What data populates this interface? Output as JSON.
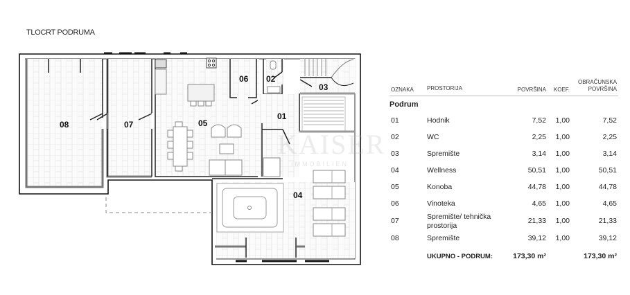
{
  "title": "TLOCRT PODRUMA",
  "watermark": {
    "brand": "KAISER",
    "sub": "IMMOBILIEN"
  },
  "plan": {
    "rooms": [
      {
        "id": "08",
        "label": "08"
      },
      {
        "id": "07",
        "label": "07"
      },
      {
        "id": "05",
        "label": "05"
      },
      {
        "id": "06",
        "label": "06"
      },
      {
        "id": "02",
        "label": "02"
      },
      {
        "id": "03",
        "label": "03"
      },
      {
        "id": "01",
        "label": "01"
      },
      {
        "id": "04",
        "label": "04"
      }
    ]
  },
  "table": {
    "headers": {
      "oznaka": "OZNAKA",
      "prostorija": "PROSTORIJA",
      "povrsina": "POVRŠINA",
      "koef": "KOEF.",
      "obracunska_1": "OBRAČUNSKA",
      "obracunska_2": "POVRŠINA"
    },
    "section": "Podrum",
    "rows": [
      {
        "oznaka": "01",
        "prostorija": "Hodnik",
        "povrsina": "7,52",
        "koef": "1,00",
        "obracunska": "7,52"
      },
      {
        "oznaka": "02",
        "prostorija": "WC",
        "povrsina": "2,25",
        "koef": "1,00",
        "obracunska": "2,25"
      },
      {
        "oznaka": "03",
        "prostorija": "Spremište",
        "povrsina": "3,14",
        "koef": "1,00",
        "obracunska": "3,14"
      },
      {
        "oznaka": "04",
        "prostorija": "Wellness",
        "povrsina": "50,51",
        "koef": "1,00",
        "obracunska": "50,51"
      },
      {
        "oznaka": "05",
        "prostorija": "Konoba",
        "povrsina": "44,78",
        "koef": "1,00",
        "obracunska": "44,78"
      },
      {
        "oznaka": "06",
        "prostorija": "Vinoteka",
        "povrsina": "4,65",
        "koef": "1,00",
        "obracunska": "4,65"
      },
      {
        "oznaka": "07",
        "prostorija": "Spremište/ tehnička prostorija",
        "povrsina": "21,33",
        "koef": "1,00",
        "obracunska": "21,33"
      },
      {
        "oznaka": "08",
        "prostorija": "Spremište",
        "povrsina": "39,12",
        "koef": "1,00",
        "obracunska": "39,12"
      }
    ],
    "total": {
      "label": "UKUPNO - PODRUM:",
      "povrsina": "173,30 m²",
      "obracunska": "173,30 m²"
    }
  }
}
